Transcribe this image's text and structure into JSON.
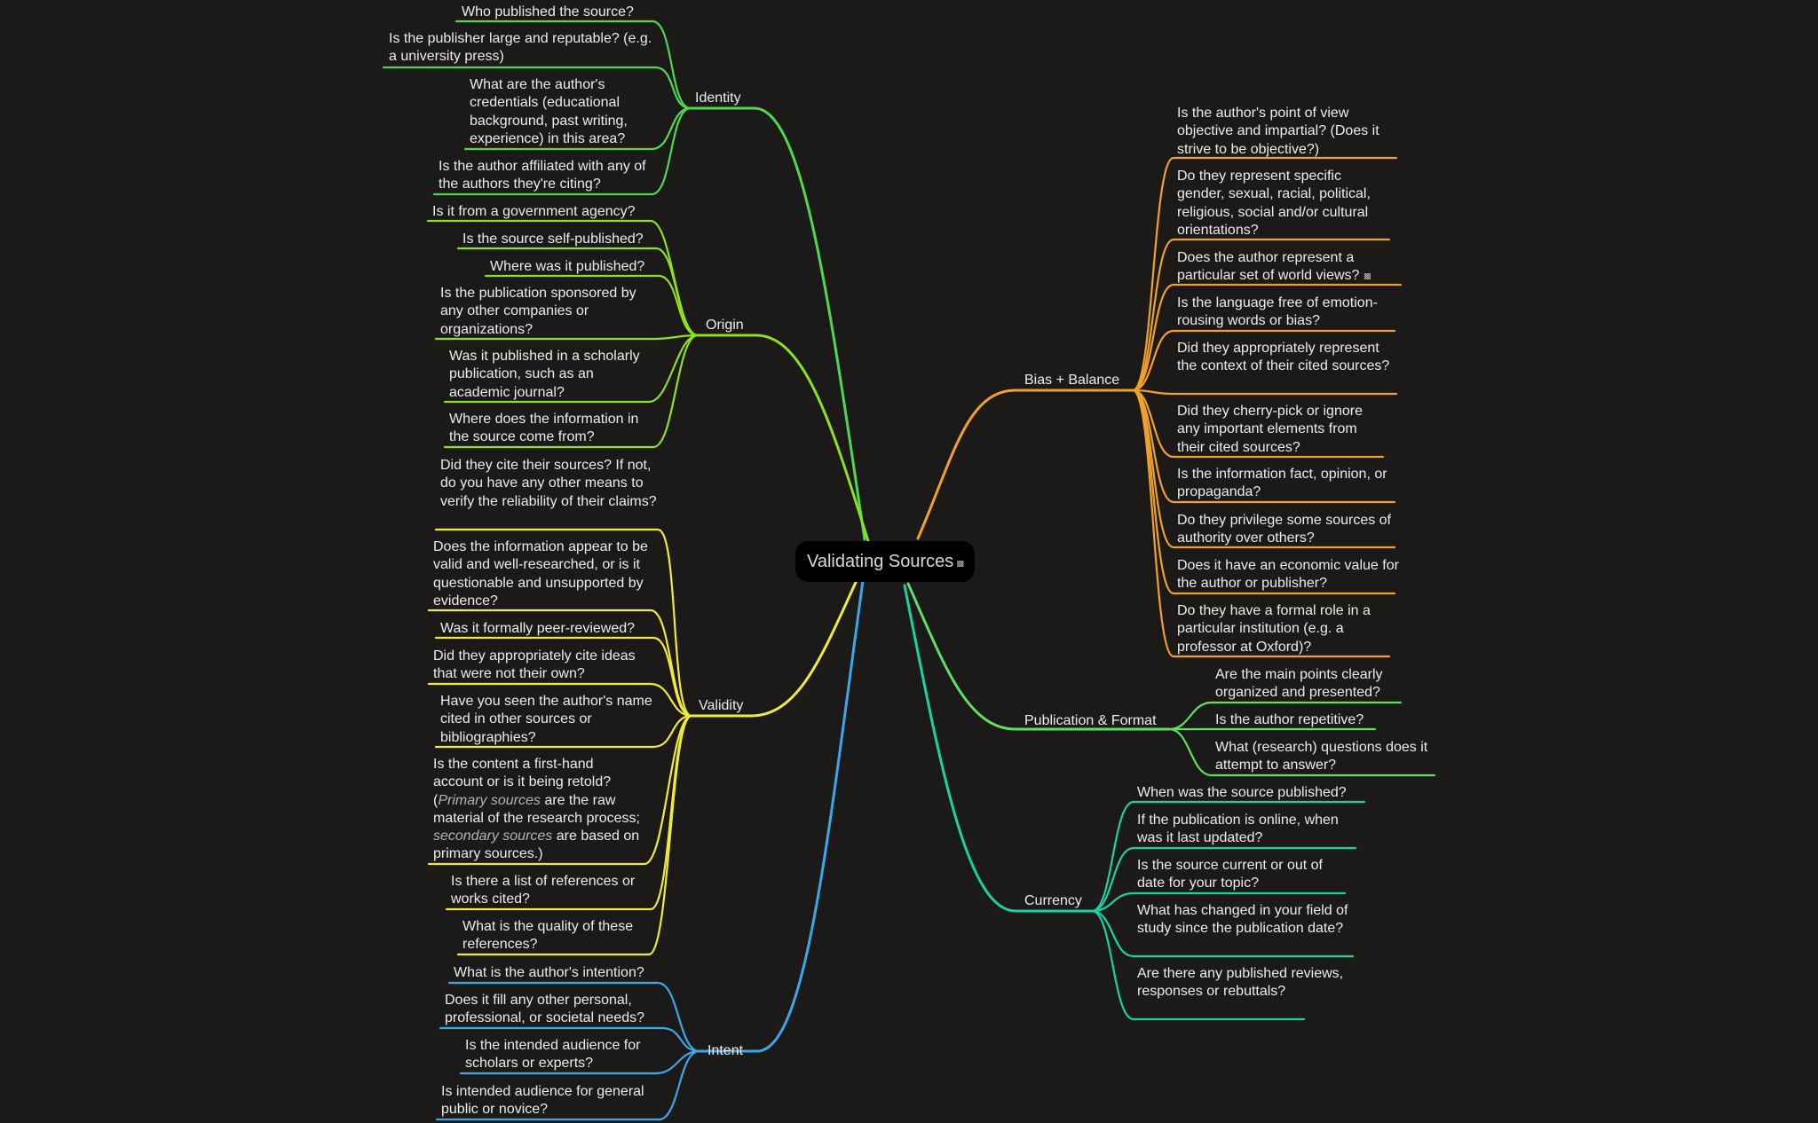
{
  "root": {
    "label": "Validating Sources",
    "note_icon": "note-icon"
  },
  "branches": [
    {
      "id": "identity",
      "label": "Identity",
      "color": "#4fd84f",
      "items": [
        "Who published the source?",
        "Is the publisher large and reputable? (e.g. a university press)",
        "What are the author's credentials (educational background, past writing, experience) in this area?",
        "Is the author affiliated with any of the authors they're citing?"
      ]
    },
    {
      "id": "origin",
      "label": "Origin",
      "color": "#8ee020",
      "items": [
        "Is it from a government agency?",
        "Is the source self-published?",
        "Where was it published?",
        "Is the publication sponsored by any other companies or organizations?",
        "Was it published in a scholarly publication, such as an academic journal?",
        "Where does the information in the source come from?"
      ]
    },
    {
      "id": "validity",
      "label": "Validity",
      "color": "#f0ea3a",
      "items": [
        "Did they cite their sources? If not, do you have any other means to verify the reliability of their claims?",
        "Does the information appear to be valid and well-researched, or is it questionable and unsupported by evidence?",
        "Was it formally peer-reviewed?",
        "Did they appropriately cite ideas that were not their own?",
        "Have you seen the author's name cited in other sources or bibliographies?",
        "Is the content a first-hand account or is it being retold? (Primary sources are the raw material of the research process; secondary sources are based on primary sources.)",
        "Is there a list of references or works cited?",
        "What is the quality of these references?"
      ],
      "content_parts": {
        "intro": "Is the content a first-hand account or is it being retold? (",
        "em1": "Primary sources",
        "mid": " are the raw material of the research process; ",
        "em2": "secondary sources",
        "end": " are based on primary sources.)"
      }
    },
    {
      "id": "intent",
      "label": "Intent",
      "color": "#3aa8e8",
      "items": [
        "What is the author's intention?",
        "Does it fill any other personal, professional, or societal needs?",
        "Is the intended audience for scholars or experts?",
        "Is intended audience for general public or novice?"
      ]
    },
    {
      "id": "bias",
      "label": "Bias + Balance",
      "color": "#f0a12a",
      "items": [
        "Is the author's point of view objective and impartial? (Does it strive to be objective?)",
        "Do they represent specific gender, sexual, racial, political, religious, social and/or cultural orientations?",
        "Does the author represent a particular set of world views?",
        "Is the language free of emotion-rousing words or bias?",
        "Did they appropriately represent the context of their cited sources?",
        "Did they cherry-pick or ignore any important elements from their cited sources?",
        "Is the information fact, opinion, or propaganda?",
        "Do they privilege some sources of authority over others?",
        "Does it have an economic value for the author or publisher?",
        "Do they have a formal role in a particular institution (e.g. a professor at Oxford)?"
      ]
    },
    {
      "id": "publication",
      "label": "Publication & Format",
      "color": "#5fe05f",
      "items": [
        "Are the main points clearly organized and presented?",
        "Is the author repetitive?",
        "What (research) questions does it attempt to answer?"
      ]
    },
    {
      "id": "currency",
      "label": "Currency",
      "color": "#19d2a2",
      "items": [
        "When was the source published?",
        "If the publication is online, when was it last updated?",
        "Is the source current or out of date for your topic?",
        "What has changed in your field of study since the publication date?",
        "Are there any published reviews, responses or rebuttals?"
      ]
    }
  ]
}
